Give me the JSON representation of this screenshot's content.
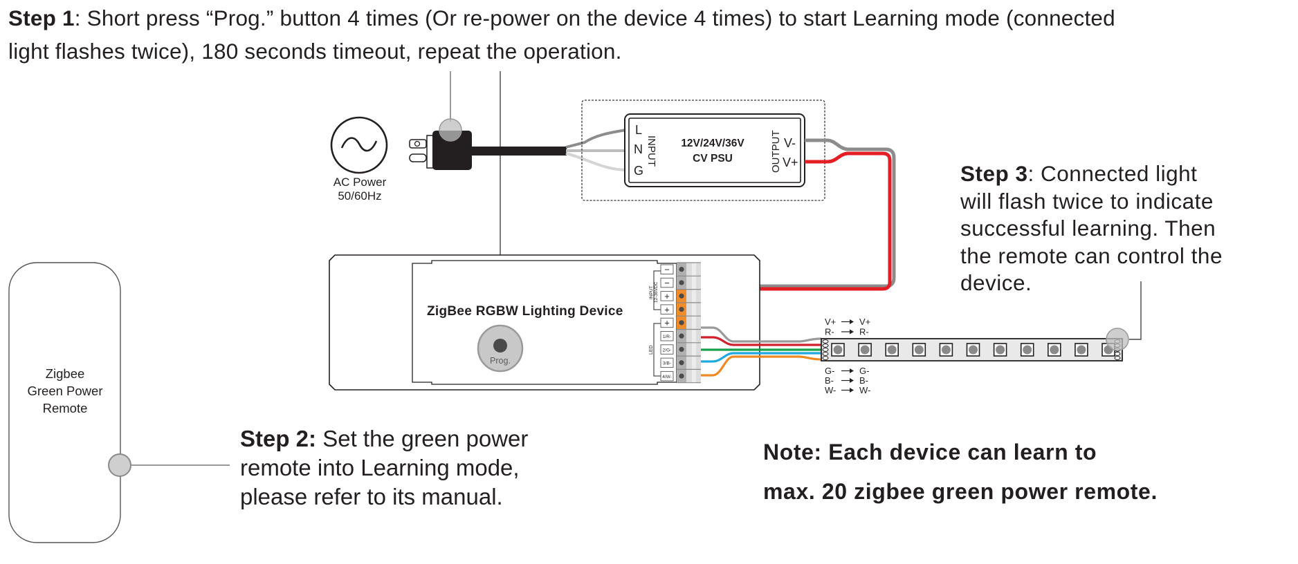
{
  "steps": {
    "step1": {
      "label": "Step 1",
      "text_line1": ": Short press “Prog.” button 4 times (Or re-power on the device 4 times) to start Learning mode (connected",
      "text_line2": "light flashes twice), 180 seconds timeout, repeat the operation."
    },
    "step2": {
      "label": "Step 2:",
      "text_line1": " Set the green power",
      "text_line2": "remote into Learning mode,",
      "text_line3": "please refer to its manual."
    },
    "step3": {
      "label": "Step 3",
      "text_line1": ": Connected light",
      "text_line2": "will flash twice to indicate",
      "text_line3": "successful learning. Then",
      "text_line4": "the remote can control the",
      "text_line5": "device."
    }
  },
  "note": {
    "line1": "Note: Each device can learn to",
    "line2": "max. 20 zigbee green power remote."
  },
  "remote": {
    "line1": "Zigbee",
    "line2": "Green Power",
    "line3": "Remote"
  },
  "ac_power": {
    "line1": "AC Power",
    "line2": "50/60Hz",
    "icon": "ac-sine-icon"
  },
  "psu": {
    "line1": "12V/24V/36V",
    "line2": "CV PSU",
    "input_label": "INPUT",
    "output_label": "OUTPUT",
    "input_terminals": [
      "L",
      "N",
      "G"
    ],
    "output_terminals": [
      "V-",
      "V+"
    ]
  },
  "device": {
    "title": "ZigBee RGBW Lighting Device",
    "prog_button_label": "Prog.",
    "input_group_label": "INPUT",
    "input_group_sublabel": "12-36VDC",
    "led_group_label": "LED",
    "terminals": [
      "−",
      "−",
      "+",
      "+",
      "+",
      "1/R-",
      "2/G-",
      "3/B-",
      "4/W-"
    ]
  },
  "led_strip": {
    "pad_count": 11,
    "mapping_top": [
      {
        "from": "V+",
        "to": "V+"
      },
      {
        "from": "R-",
        "to": "R-"
      }
    ],
    "mapping_bottom": [
      {
        "from": "G-",
        "to": "G-"
      },
      {
        "from": "B-",
        "to": "B-"
      },
      {
        "from": "W-",
        "to": "W-"
      }
    ]
  },
  "colors": {
    "text": "#231f20",
    "wire_gray": "#8c8c8c",
    "wire_light_gray": "#bdbdbd",
    "wire_lighter_gray": "#d4d4d4",
    "wire_red": "#e31e24",
    "wire_green": "#16a04a",
    "wire_blue": "#1fa9e1",
    "wire_orange": "#ef8a23",
    "terminal_orange": "#f08c2a",
    "terminal_gray": "#b0b0b0",
    "callout_fill": "#c8c8c8"
  }
}
